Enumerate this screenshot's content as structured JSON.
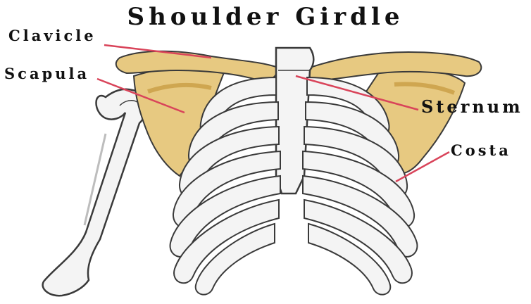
{
  "title": "Shoulder Girdle",
  "labels": {
    "clavicle": "Clavicle",
    "scapula": "Scapula",
    "sternum": "Sternum",
    "costa": "Costa"
  },
  "colors": {
    "bone_fill": "#f4f4f4",
    "bone_outline": "#3a3a3a",
    "girdle_fill": "#e7c981",
    "girdle_shade": "#cfa650",
    "leader_line": "#d9445a",
    "text": "#111111"
  }
}
